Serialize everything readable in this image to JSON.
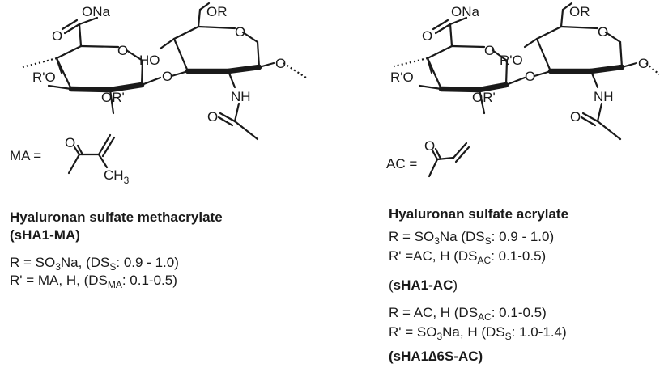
{
  "structure_left": {
    "atoms": {
      "carboxylate": "ONa",
      "carbonyl_o": "O",
      "ring1_o": "O",
      "r3_o": "R'O",
      "r2_o": "OR'",
      "hydroxyl": "HO",
      "glyco_o": "O",
      "or6": "OR",
      "ring2_o": "O",
      "nh": "NH",
      "acetyl_o": "O",
      "anomeric_o": "O"
    }
  },
  "structure_right": {
    "atoms": {
      "carboxylate": "ONa",
      "carbonyl_o": "O",
      "ring1_o": "O",
      "r3_o": "R'O",
      "r2_o": "OR'",
      "r4_o": "R'O",
      "glyco_o": "O",
      "or6": "OR",
      "ring2_o": "O",
      "nh": "NH",
      "acetyl_o": "O",
      "anomeric_o": "O"
    }
  },
  "ma_group": {
    "label": "MA =",
    "carbonyl_o": "O",
    "methyl": "CH",
    "methyl_sub": "3"
  },
  "ac_group": {
    "label": "AC =",
    "carbonyl_o": "O"
  },
  "left_text": {
    "title": "Hyaluronan sulfate methacrylate",
    "code": "(sHA1-MA)",
    "line1_a": "R = SO",
    "line1_sub": "3",
    "line1_b": "Na, (DS",
    "line1_sub2": "S",
    "line1_c": ": 0.9 - 1.0)",
    "line2_a": "R' =  MA, H, (DS",
    "line2_sub": "MA",
    "line2_b": ": 0.1-0.5)"
  },
  "right_text": {
    "title": "Hyaluronan sulfate acrylate",
    "line1_a": "R = SO",
    "line1_sub": "3",
    "line1_b": "Na (DS",
    "line1_sub2": "S",
    "line1_c": ": 0.9 - 1.0)",
    "line2_a": "R' =AC, H  (DS",
    "line2_sub": "AC",
    "line2_b": ": 0.1-0.5)",
    "code1": "sHA1-AC",
    "paren_open": "(",
    "paren_close": ")",
    "line3_a": "R =  AC, H  (DS",
    "line3_sub": "AC",
    "line3_b": ": 0.1-0.5)",
    "line4_a": "R' = SO",
    "line4_sub": "3",
    "line4_b": "Na, H (DS",
    "line4_sub2": "S",
    "line4_c": ": 1.0-1.4)",
    "code2": "(sHA1∆6S-AC)"
  }
}
